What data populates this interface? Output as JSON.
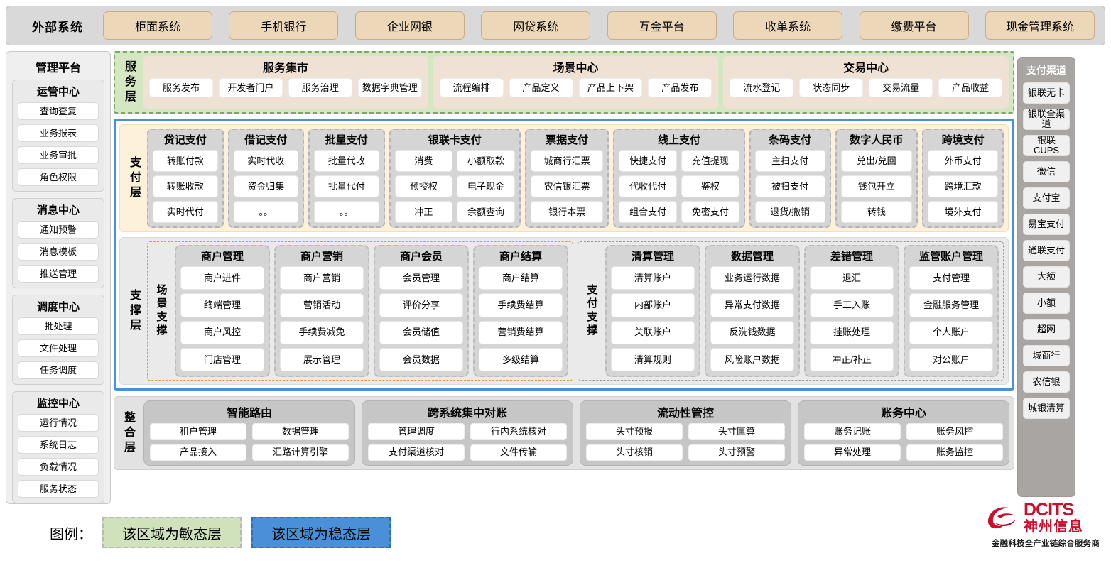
{
  "topbar": {
    "title": "外部系统",
    "systems": [
      "柜面系统",
      "手机银行",
      "企业网银",
      "网贷系统",
      "互金平台",
      "收单系统",
      "缴费平台",
      "现金管理系统"
    ]
  },
  "left_sidebar": {
    "title": "管理平台",
    "groups": [
      {
        "title": "运管中心",
        "items": [
          "查询查复",
          "业务报表",
          "业务审批",
          "角色权限"
        ]
      },
      {
        "title": "消息中心",
        "items": [
          "通知预警",
          "消息模板",
          "推送管理"
        ]
      },
      {
        "title": "调度中心",
        "items": [
          "批处理",
          "文件处理",
          "任务调度"
        ]
      },
      {
        "title": "监控中心",
        "items": [
          "运行情况",
          "系统日志",
          "负载情况",
          "服务状态"
        ]
      }
    ]
  },
  "right_sidebar": {
    "title": "支付渠道",
    "items": [
      "银联无卡",
      "银联全渠道",
      "银联CUPS",
      "微信",
      "支付宝",
      "易宝支付",
      "通联支付",
      "大额",
      "小额",
      "超网",
      "城商行",
      "农信银",
      "城银清算"
    ]
  },
  "service_layer": {
    "label": "服务层",
    "groups": [
      {
        "title": "服务集市",
        "items": [
          "服务发布",
          "开发者门户",
          "服务治理",
          "数据字典管理"
        ]
      },
      {
        "title": "场景中心",
        "items": [
          "流程编排",
          "产品定义",
          "产品上下架",
          "产品发布"
        ]
      },
      {
        "title": "交易中心",
        "items": [
          "流水登记",
          "状态同步",
          "交易流量",
          "产品收益"
        ]
      }
    ]
  },
  "payment_layer": {
    "label": "支付层",
    "groups": [
      {
        "title": "贷记支付",
        "cols": 1,
        "rows": [
          [
            "转账付款"
          ],
          [
            "转账收款"
          ],
          [
            "实时代付"
          ]
        ]
      },
      {
        "title": "借记支付",
        "cols": 1,
        "rows": [
          [
            "实时代收"
          ],
          [
            "资金归集"
          ],
          [
            "。。"
          ]
        ]
      },
      {
        "title": "批量支付",
        "cols": 1,
        "rows": [
          [
            "批量代收"
          ],
          [
            "批量代付"
          ],
          [
            "。。"
          ]
        ]
      },
      {
        "title": "银联卡支付",
        "cols": 2,
        "rows": [
          [
            "消费",
            "小额取款"
          ],
          [
            "预授权",
            "电子现金"
          ],
          [
            "冲正",
            "余额查询"
          ]
        ]
      },
      {
        "title": "票据支付",
        "cols": 1,
        "rows": [
          [
            "城商行汇票"
          ],
          [
            "农信银汇票"
          ],
          [
            "银行本票"
          ]
        ]
      },
      {
        "title": "线上支付",
        "cols": 2,
        "rows": [
          [
            "快捷支付",
            "充值提现"
          ],
          [
            "代收代付",
            "鉴权"
          ],
          [
            "组合支付",
            "免密支付"
          ]
        ]
      },
      {
        "title": "条码支付",
        "cols": 1,
        "rows": [
          [
            "主扫支付"
          ],
          [
            "被扫支付"
          ],
          [
            "退货/撤销"
          ]
        ]
      },
      {
        "title": "数字人民币",
        "cols": 1,
        "rows": [
          [
            "兑出/兑回"
          ],
          [
            "钱包开立"
          ],
          [
            "转钱"
          ]
        ]
      },
      {
        "title": "跨境支付",
        "cols": 1,
        "rows": [
          [
            "外币支付"
          ],
          [
            "跨境汇款"
          ],
          [
            "境外支付"
          ]
        ]
      }
    ]
  },
  "support_layer": {
    "label": "支撑层",
    "scene_support": {
      "label": "场景支撑",
      "groups": [
        {
          "title": "商户管理",
          "items": [
            "商户进件",
            "终端管理",
            "商户风控",
            "门店管理"
          ]
        },
        {
          "title": "商户营销",
          "items": [
            "商户营销",
            "营销活动",
            "手续费减免",
            "展示管理"
          ]
        },
        {
          "title": "商户会员",
          "items": [
            "会员管理",
            "评价分享",
            "会员储值",
            "会员数据"
          ]
        },
        {
          "title": "商户结算",
          "items": [
            "商户结算",
            "手续费结算",
            "营销费结算",
            "多级结算"
          ]
        }
      ]
    },
    "payment_support": {
      "label": "支付支撑",
      "groups": [
        {
          "title": "清算管理",
          "items": [
            "清算账户",
            "内部账户",
            "关联账户",
            "清算规则"
          ]
        },
        {
          "title": "数据管理",
          "items": [
            "业务运行数据",
            "异常支付数据",
            "反洗钱数据",
            "风险账户数据"
          ]
        },
        {
          "title": "差错管理",
          "items": [
            "退汇",
            "手工入账",
            "挂账处理",
            "冲正/补正"
          ]
        },
        {
          "title": "监管账户管理",
          "items": [
            "支付管理",
            "金融服务管理",
            "个人账户",
            "对公账户"
          ]
        }
      ]
    }
  },
  "integration_layer": {
    "label": "整合层",
    "groups": [
      {
        "title": "智能路由",
        "rows": [
          [
            "租户管理",
            "数据管理"
          ],
          [
            "产品接入",
            "汇路计算引擎"
          ]
        ]
      },
      {
        "title": "跨系统集中对账",
        "rows": [
          [
            "管理调度",
            "行内系统核对"
          ],
          [
            "支付渠道核对",
            "文件传输"
          ]
        ]
      },
      {
        "title": "流动性管控",
        "rows": [
          [
            "头寸预报",
            "头寸匡算"
          ],
          [
            "头寸核销",
            "头寸预警"
          ]
        ]
      },
      {
        "title": "账务中心",
        "rows": [
          [
            "账务记账",
            "账务风控"
          ],
          [
            "异常处理",
            "账务监控"
          ]
        ]
      }
    ]
  },
  "legend": {
    "label": "图例：",
    "agile": "该区域为敏态层",
    "stable": "该区域为稳态层",
    "agile_color": "#cfe2bb",
    "stable_color": "#4a90d9"
  },
  "logo": {
    "en": "DCITS",
    "cn": "神州信息",
    "tagline": "金融科技全产业链综合服务商",
    "color": "#c8102e"
  }
}
